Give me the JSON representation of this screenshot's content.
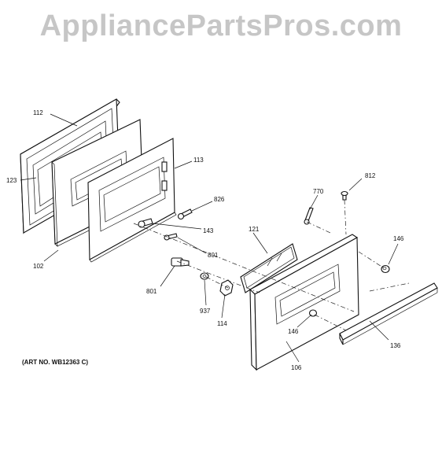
{
  "watermark": "AppliancePartsPros.com",
  "art_number": "(ART NO. WB12363 C)",
  "callouts": [
    "112",
    "123",
    "102",
    "113",
    "826",
    "143",
    "801",
    "801",
    "937",
    "114",
    "121",
    "770",
    "812",
    "146",
    "146",
    "106",
    "136"
  ]
}
